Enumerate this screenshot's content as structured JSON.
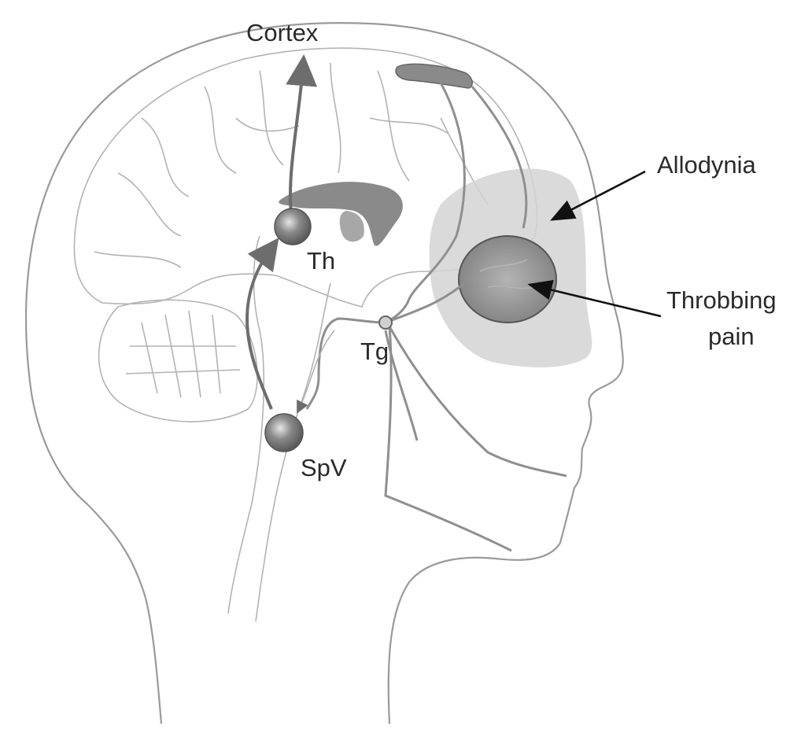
{
  "labels": {
    "cortex": "Cortex",
    "allodynia": "Allodynia",
    "throbbing_line1": "Throbbing",
    "throbbing_line2": "pain",
    "th": "Th",
    "tg": "Tg",
    "spv": "SpV"
  },
  "colors": {
    "outline": "#9a9a9a",
    "allodynia_zone": "#d3d3d3",
    "eye_region": "#8c8c8c",
    "nuclei": "#7a7a7a",
    "arrows": "#111111"
  }
}
